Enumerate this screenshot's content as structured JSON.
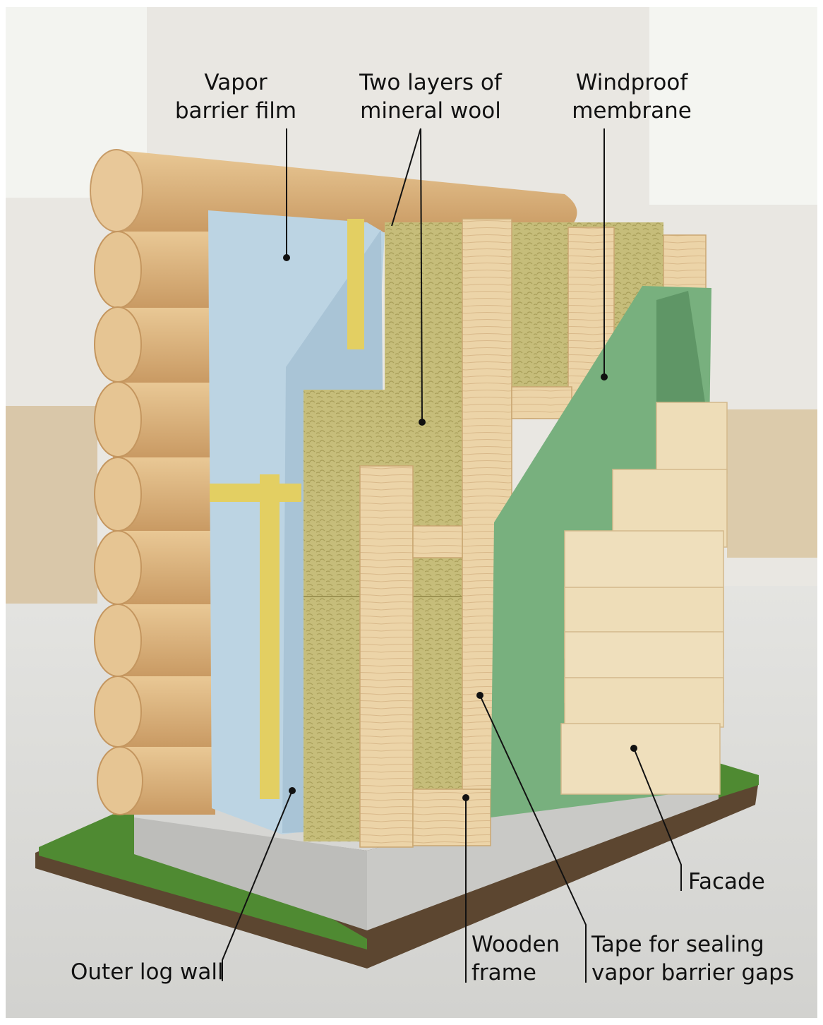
{
  "labels": {
    "vapor_barrier": [
      "Vapor",
      "barrier film"
    ],
    "mineral_wool": [
      "Two layers of",
      "mineral wool"
    ],
    "windproof": [
      "Windproof",
      "membrane"
    ],
    "facade": "Facade",
    "outer_log_wall": "Outer log wall",
    "wooden_frame": [
      "Wooden",
      "frame"
    ],
    "tape": [
      "Tape for sealing",
      "vapor barrier gaps"
    ]
  },
  "colors": {
    "log": "#e2be8c",
    "vapor_film": "#bcd4e3",
    "mineral_wool": "#c6bd7a",
    "frame_wood": "#ecd4a8",
    "membrane": "#78b07e",
    "facade_board": "#eeddb8",
    "concrete": "#c9c9c6",
    "tape": "#e3cf62",
    "grass": "#4f8a32"
  }
}
